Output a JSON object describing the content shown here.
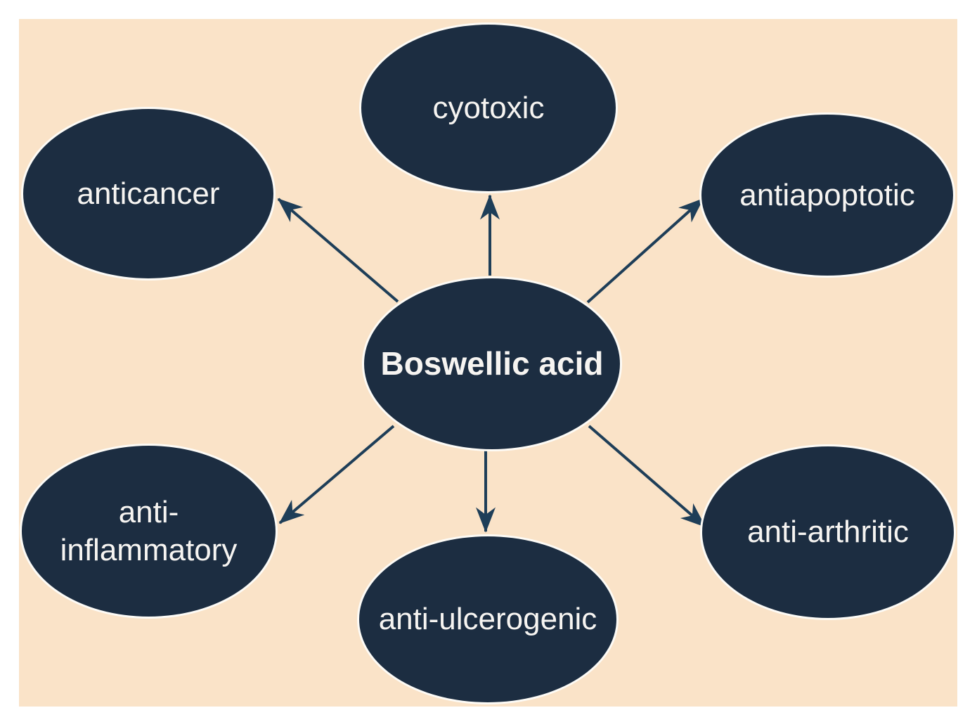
{
  "diagram": {
    "type": "hub-and-spoke",
    "center": {
      "label": "Boswellic acid"
    },
    "nodes": [
      {
        "id": "cytotoxic",
        "label": "cyotoxic",
        "position": "top"
      },
      {
        "id": "anticancer",
        "label": "anticancer",
        "position": "top-left"
      },
      {
        "id": "antiapoptotic",
        "label": "antiapoptotic",
        "position": "top-right"
      },
      {
        "id": "anti-inflammatory",
        "label": "anti-\ninflammatory",
        "position": "bottom-left"
      },
      {
        "id": "anti-ulcerogenic",
        "label": "anti-ulcerogenic",
        "position": "bottom"
      },
      {
        "id": "anti-arthritic",
        "label": "anti-arthritic",
        "position": "bottom-right"
      }
    ],
    "edges": [
      {
        "from": "center",
        "to": "cytotoxic"
      },
      {
        "from": "center",
        "to": "anticancer"
      },
      {
        "from": "center",
        "to": "antiapoptotic"
      },
      {
        "from": "center",
        "to": "anti-inflammatory"
      },
      {
        "from": "center",
        "to": "anti-ulcerogenic"
      },
      {
        "from": "center",
        "to": "anti-arthritic"
      }
    ],
    "colors": {
      "page_background": "#ffffff",
      "canvas_background": "#fae3c8",
      "node_fill": "#1c2d41",
      "node_border": "#fdfbf6",
      "node_text": "#f6f4f1",
      "arrow": "#1e3e58"
    }
  }
}
